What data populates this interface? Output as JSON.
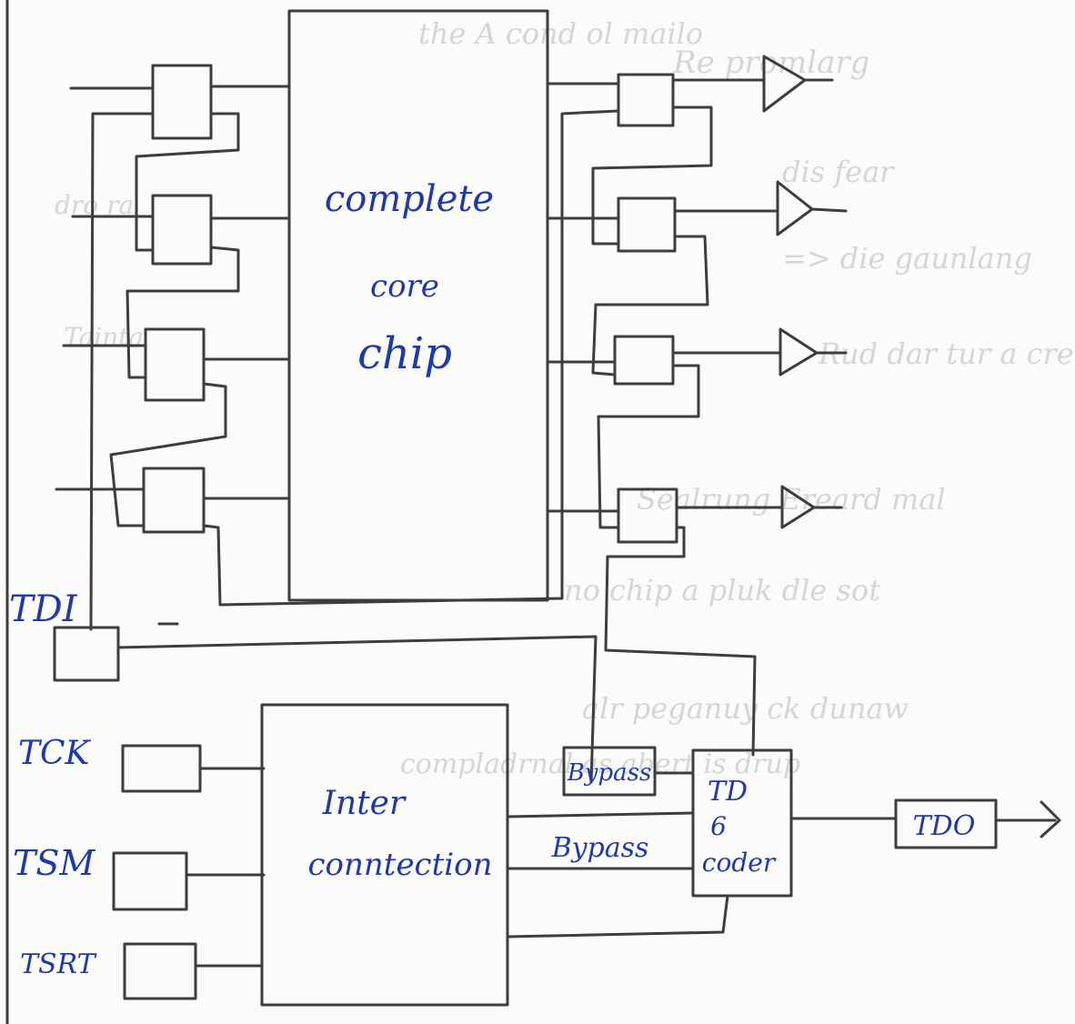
{
  "core": {
    "line1": "complete",
    "line2": "core",
    "line3": "chip"
  },
  "interconnect": {
    "line1": "Inter",
    "line2": "conntection"
  },
  "decoder": {
    "line1": "TD",
    "line2": "6",
    "line3": "coder"
  },
  "bypass_small": "Bypass",
  "bypass_line": "Bypass",
  "tdo": "TDO",
  "pins": {
    "tdi": "TDI",
    "tck": "TCK",
    "tms": "TSM",
    "trst": "TSRT"
  },
  "colors": {
    "ink": "#3d3d3d",
    "pen": "#1f3aa8",
    "bleed": "#cfcfcf",
    "paper": "#fbfbfa"
  }
}
